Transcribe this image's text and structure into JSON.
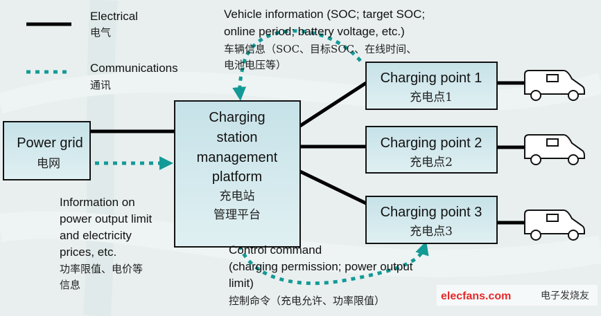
{
  "legend": {
    "electrical": "Electrical",
    "electrical_cn": "电气",
    "communications": "Communications",
    "communications_cn": "通讯"
  },
  "nodes": {
    "power_grid": {
      "label": "Power grid",
      "label_cn": "电网"
    },
    "management": {
      "lines": [
        "Charging",
        "station",
        "management",
        "platform"
      ],
      "lines_cn": [
        "充电站",
        "管理平台"
      ]
    },
    "charging_points": [
      {
        "label": "Charging point 1",
        "label_cn": "充电点1"
      },
      {
        "label": "Charging point 2",
        "label_cn": "充电点2"
      },
      {
        "label": "Charging point 3",
        "label_cn": "充电点3"
      }
    ]
  },
  "annotations": {
    "vehicle_info": [
      "Vehicle information (SOC; target SOC;",
      "online period; battery voltage, etc.)",
      "车辆信息（SOC、目标SOC、在线时间、",
      "电池电压等）"
    ],
    "grid_info": [
      "Information on",
      "power output limit",
      "and electricity",
      "prices, etc.",
      "功率限值、电价等",
      "信息"
    ],
    "control": [
      "Control command",
      "(charging permission; power output",
      "limit)",
      "控制命令（充电允许、功率限值）"
    ]
  },
  "watermark": {
    "site": "elecfans.com",
    "cn": "电子发烧友"
  },
  "colors": {
    "electrical": "#000000",
    "communications": "#139a96",
    "box_fill": "#cfe6ea"
  }
}
